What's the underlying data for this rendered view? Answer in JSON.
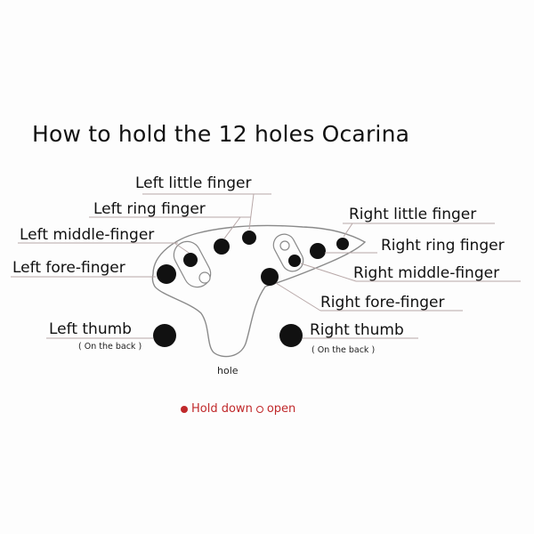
{
  "title": "How to hold the 12 holes Ocarina",
  "labels": {
    "left_little": "Left little finger",
    "left_ring": "Left ring finger",
    "left_middle": "Left middle-finger",
    "left_fore": "Left fore-finger",
    "left_thumb": "Left thumb",
    "left_thumb_note": "( On the back )",
    "right_little": "Right little finger",
    "right_ring": "Right ring finger",
    "right_middle": "Right middle-finger",
    "right_fore": "Right fore-finger",
    "right_thumb": "Right thumb",
    "right_thumb_note": "( On the back )",
    "hole": "hole"
  },
  "legend": {
    "hold_label": "Hold down",
    "open_label": "open",
    "color": "#c0292b"
  },
  "colors": {
    "hole_fill": "#111111",
    "outline": "#8a8a8a"
  }
}
